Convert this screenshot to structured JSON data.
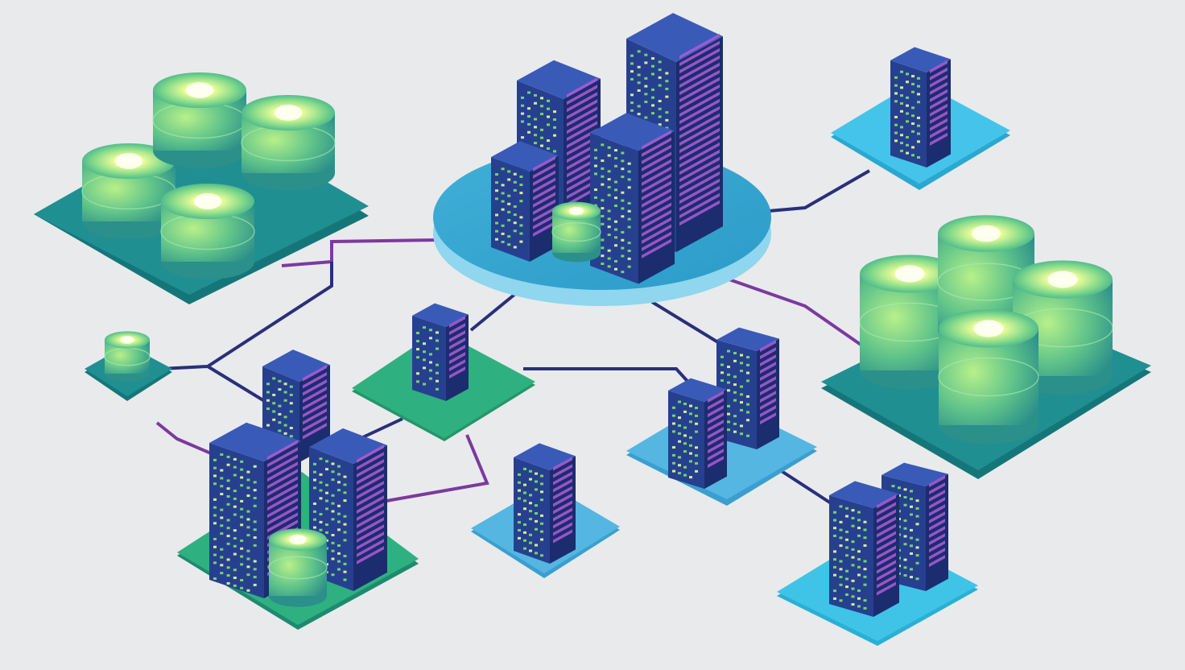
{
  "diagram": {
    "type": "isometric-network-topology",
    "labels": [],
    "colors": {
      "background": "#e9eaec",
      "link_navy": "#2a2f7a",
      "link_purple": "#7b3a9e",
      "platform_teal": "#1f8f92",
      "platform_green": "#2fb080",
      "platform_blue": "#3fa9e0",
      "platform_cyan": "#3fc4e8",
      "server_front": "#26408f",
      "server_side": "#1b2d6e",
      "server_top": "#3a5ab8",
      "rack_led_green": "#7fe36a",
      "rack_led_purple": "#b05ad8",
      "db_green": "#5fc38a",
      "db_glow": "#f4ff9a"
    },
    "nodes": [
      {
        "id": "db-cluster-top-left",
        "kind": "database-cluster",
        "count": 4
      },
      {
        "id": "central-hub",
        "kind": "server-hub",
        "servers": 4,
        "databases": 1
      },
      {
        "id": "server-top-right",
        "kind": "server-node",
        "servers": 1
      },
      {
        "id": "db-cluster-right",
        "kind": "database-cluster",
        "count": 4
      },
      {
        "id": "db-small-left",
        "kind": "database-node",
        "count": 1
      },
      {
        "id": "server-mid-left",
        "kind": "server-node",
        "servers": 1
      },
      {
        "id": "server-cluster-bottom-left",
        "kind": "server-cluster",
        "servers": 3,
        "databases": 1
      },
      {
        "id": "server-bottom-center",
        "kind": "server-node",
        "servers": 1
      },
      {
        "id": "server-pair-center-right",
        "kind": "server-cluster",
        "servers": 2
      },
      {
        "id": "server-pair-bottom-right",
        "kind": "server-cluster",
        "servers": 2
      }
    ],
    "links": [
      {
        "from": "db-cluster-top-left",
        "to": "central-hub",
        "color": "purple"
      },
      {
        "from": "db-cluster-top-left",
        "to": "db-small-left",
        "color": "navy"
      },
      {
        "from": "central-hub",
        "to": "server-top-right",
        "color": "navy"
      },
      {
        "from": "central-hub",
        "to": "db-cluster-right",
        "color": "purple"
      },
      {
        "from": "central-hub",
        "to": "server-mid-left",
        "color": "navy"
      },
      {
        "from": "central-hub",
        "to": "server-pair-center-right",
        "color": "navy"
      },
      {
        "from": "server-mid-left",
        "to": "server-cluster-bottom-left",
        "color": "navy"
      },
      {
        "from": "server-mid-left",
        "to": "server-pair-center-right",
        "color": "navy"
      },
      {
        "from": "server-mid-left",
        "to": "server-cluster-bottom-left",
        "color": "purple"
      },
      {
        "from": "db-small-left",
        "to": "server-cluster-bottom-left",
        "color": "navy"
      },
      {
        "from": "server-pair-center-right",
        "to": "server-pair-bottom-right",
        "color": "navy"
      }
    ]
  }
}
